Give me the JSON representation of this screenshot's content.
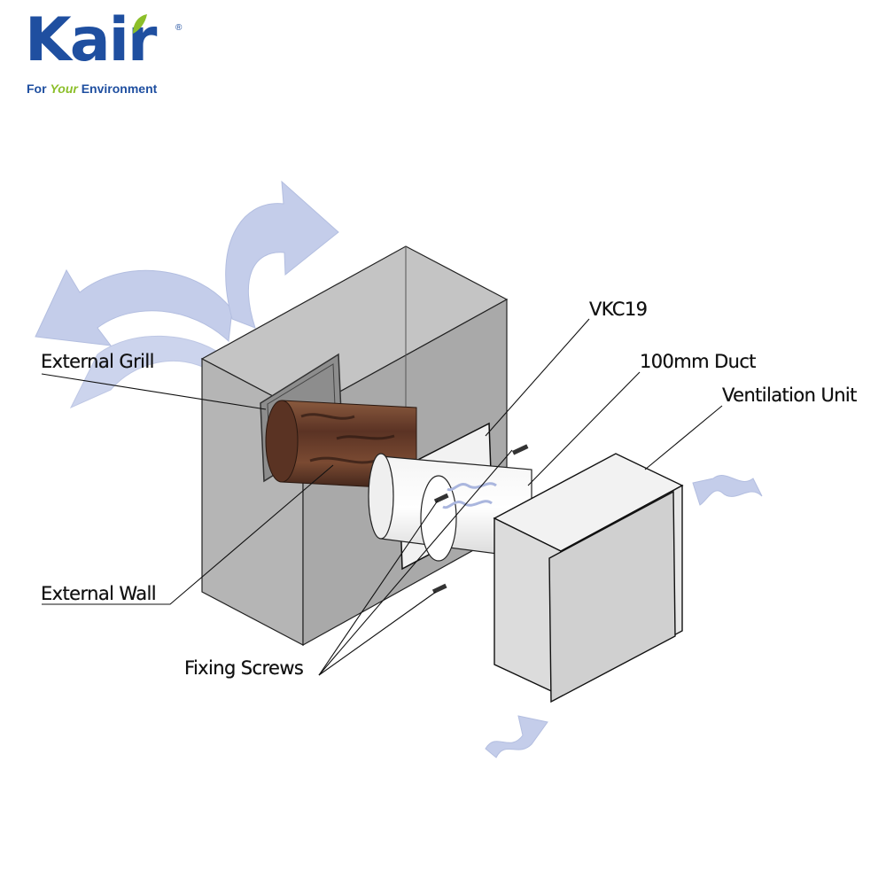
{
  "logo": {
    "brand": "Kair",
    "tagline_prefix": "For ",
    "tagline_highlight": "Your",
    "tagline_suffix": " Environment",
    "brand_color": "#1f4fa0",
    "accent_color": "#8cbf2a"
  },
  "labels": {
    "external_grill": "External Grill",
    "vkc19": "VKC19",
    "duct": "100mm Duct",
    "ventilation_unit": "Ventilation Unit",
    "external_wall": "External Wall",
    "fixing_screws": "Fixing Screws"
  },
  "colors": {
    "wall": "#b5b5b5",
    "airflow_arrow": "#c4cdea",
    "pipe_rust": "#7a4a32",
    "unit_body": "#e6e6e6"
  }
}
